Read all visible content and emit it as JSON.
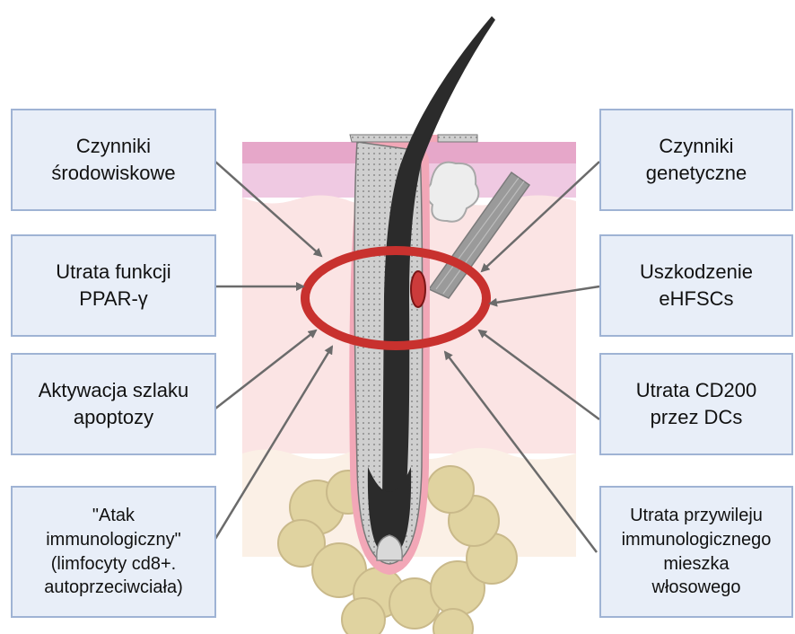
{
  "labels": {
    "left": [
      "Czynniki\nśrodowiskowe",
      "Utrata funkcji\nPPAR-γ",
      "Aktywacja szlaku\napoptozy",
      "\"Atak\nimmunologiczny\"\n(limfocyty cd8+.\nautoprzeciwciała)"
    ],
    "right": [
      "Czynniki\ngenetyczne",
      "Uszkodzenie\neHFSCs",
      "Utrata CD200\nprzez DCs",
      "Utrata przywileju\nimmunologicznego\nmieszka\nwłosowego"
    ]
  },
  "colors": {
    "box_fill": "#e8eef8",
    "box_border": "#9fb3d4",
    "ring": "#c8312e",
    "arrow": "#6b6b6b",
    "hair": "#2b2b2b"
  }
}
